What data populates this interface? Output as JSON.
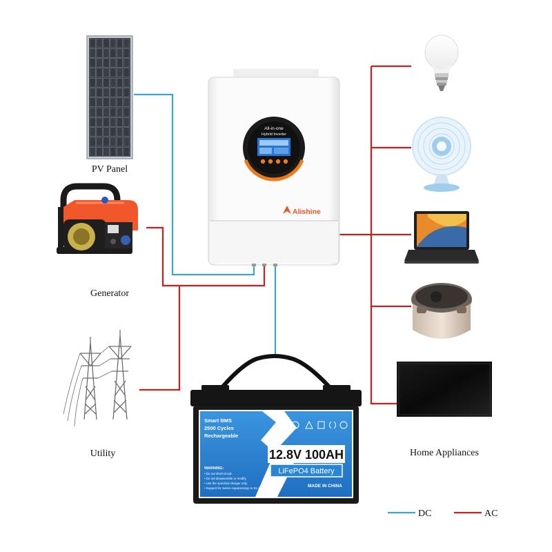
{
  "labels": {
    "pv_panel": "PV Panel",
    "generator": "Generator",
    "utility": "Utility",
    "home_appliances": "Home Appliances"
  },
  "inverter": {
    "screen_title": "All-in-one",
    "screen_subtitle": "Hybrid Inverter",
    "brand": "Alishine"
  },
  "battery": {
    "features": [
      "Smart BMS",
      "2500 Cycles",
      "Rechargeable"
    ],
    "voltage_capacity": "12.8V 100AH",
    "chemistry": "LiFePO4 Battery",
    "warning_title": "WARNING:",
    "warnings": [
      "• Do not short-circuit.",
      "• Do not disassemble or modify.",
      "• Use the specified charger only.",
      "• Support for Series expansion(up to 51.2V)"
    ],
    "made_in": "MADE IN CHINA"
  },
  "legend": {
    "dc_label": "DC",
    "ac_label": "AC"
  },
  "colors": {
    "dc": "#3aa3dc",
    "ac": "#cc1e1e",
    "battery_blue": "#2a86d4",
    "generator_orange": "#f2572b"
  },
  "icons": [
    "solar-panel-icon",
    "generator-icon",
    "pylon-icon",
    "bulb-icon",
    "fan-icon",
    "laptop-icon",
    "rice-cooker-icon",
    "tv-icon"
  ]
}
